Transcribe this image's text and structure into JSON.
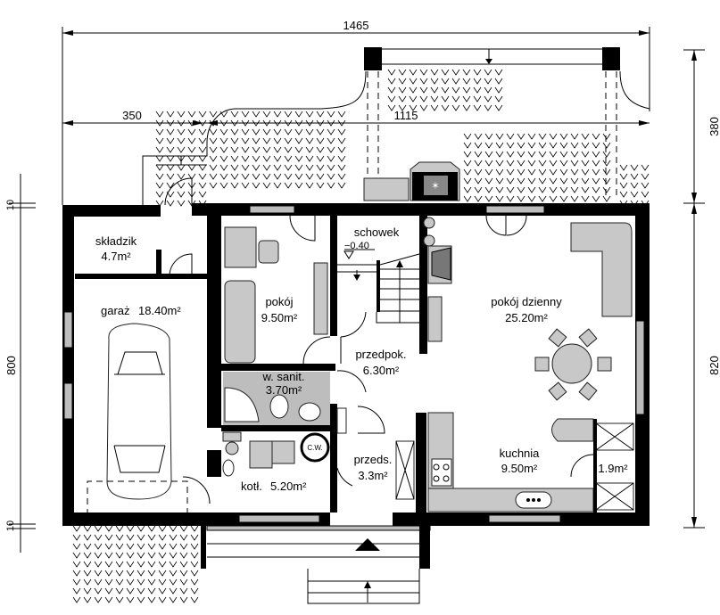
{
  "dimensions": {
    "total_width": "1465",
    "garage_width": "350",
    "house_width": "1115",
    "terrace_depth": "380",
    "house_depth_right": "820",
    "house_depth_left": "800",
    "wall_top": "10",
    "wall_bottom": "10"
  },
  "rooms": {
    "skladzik": {
      "name": "składzik",
      "area": "4.7m²"
    },
    "garaz": {
      "name": "garaż",
      "area": "18.40m²"
    },
    "pokoj": {
      "name": "pokój",
      "area": "9.50m²"
    },
    "schowek": {
      "name": "schowek",
      "level": "−0.40"
    },
    "pokoj_dzienny": {
      "name": "pokój dzienny",
      "area": "25.20m²"
    },
    "przedpok": {
      "name": "przedpok.",
      "area": "6.30m²"
    },
    "w_sanit": {
      "name": "w. sanit.",
      "area": "3.70m²"
    },
    "kotl": {
      "name": "kotł.",
      "area": "5.20m²"
    },
    "cw": {
      "name": "C.W."
    },
    "przeds": {
      "name": "przeds.",
      "area": "3.3m²"
    },
    "kuchnia": {
      "name": "kuchnia",
      "area": "9.50m²"
    },
    "spizarnia": {
      "area": "1.9m²"
    }
  }
}
